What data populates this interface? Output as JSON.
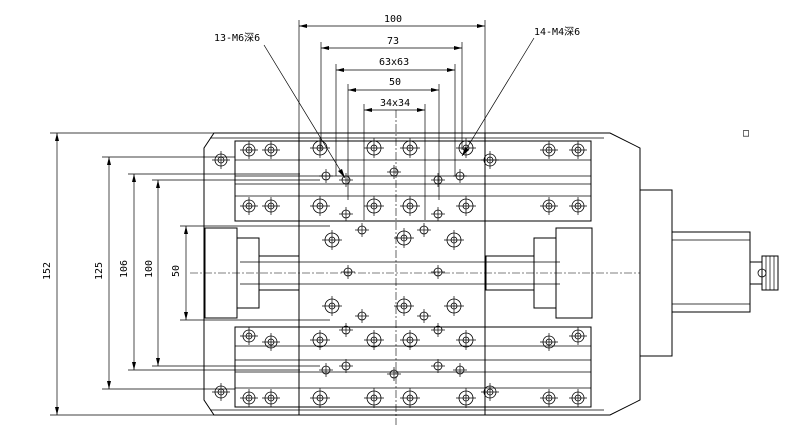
{
  "dimensions": {
    "width_100": "100",
    "width_73": "73",
    "width_63": "63x63",
    "width_50": "50",
    "width_34": "34x34",
    "height_152": "152",
    "height_125": "125",
    "height_106": "106",
    "height_100": "100",
    "height_50": "50"
  },
  "notes": {
    "m6_holes": "13-M6深6",
    "m4_holes": "14-M4深6"
  },
  "marker": "□"
}
